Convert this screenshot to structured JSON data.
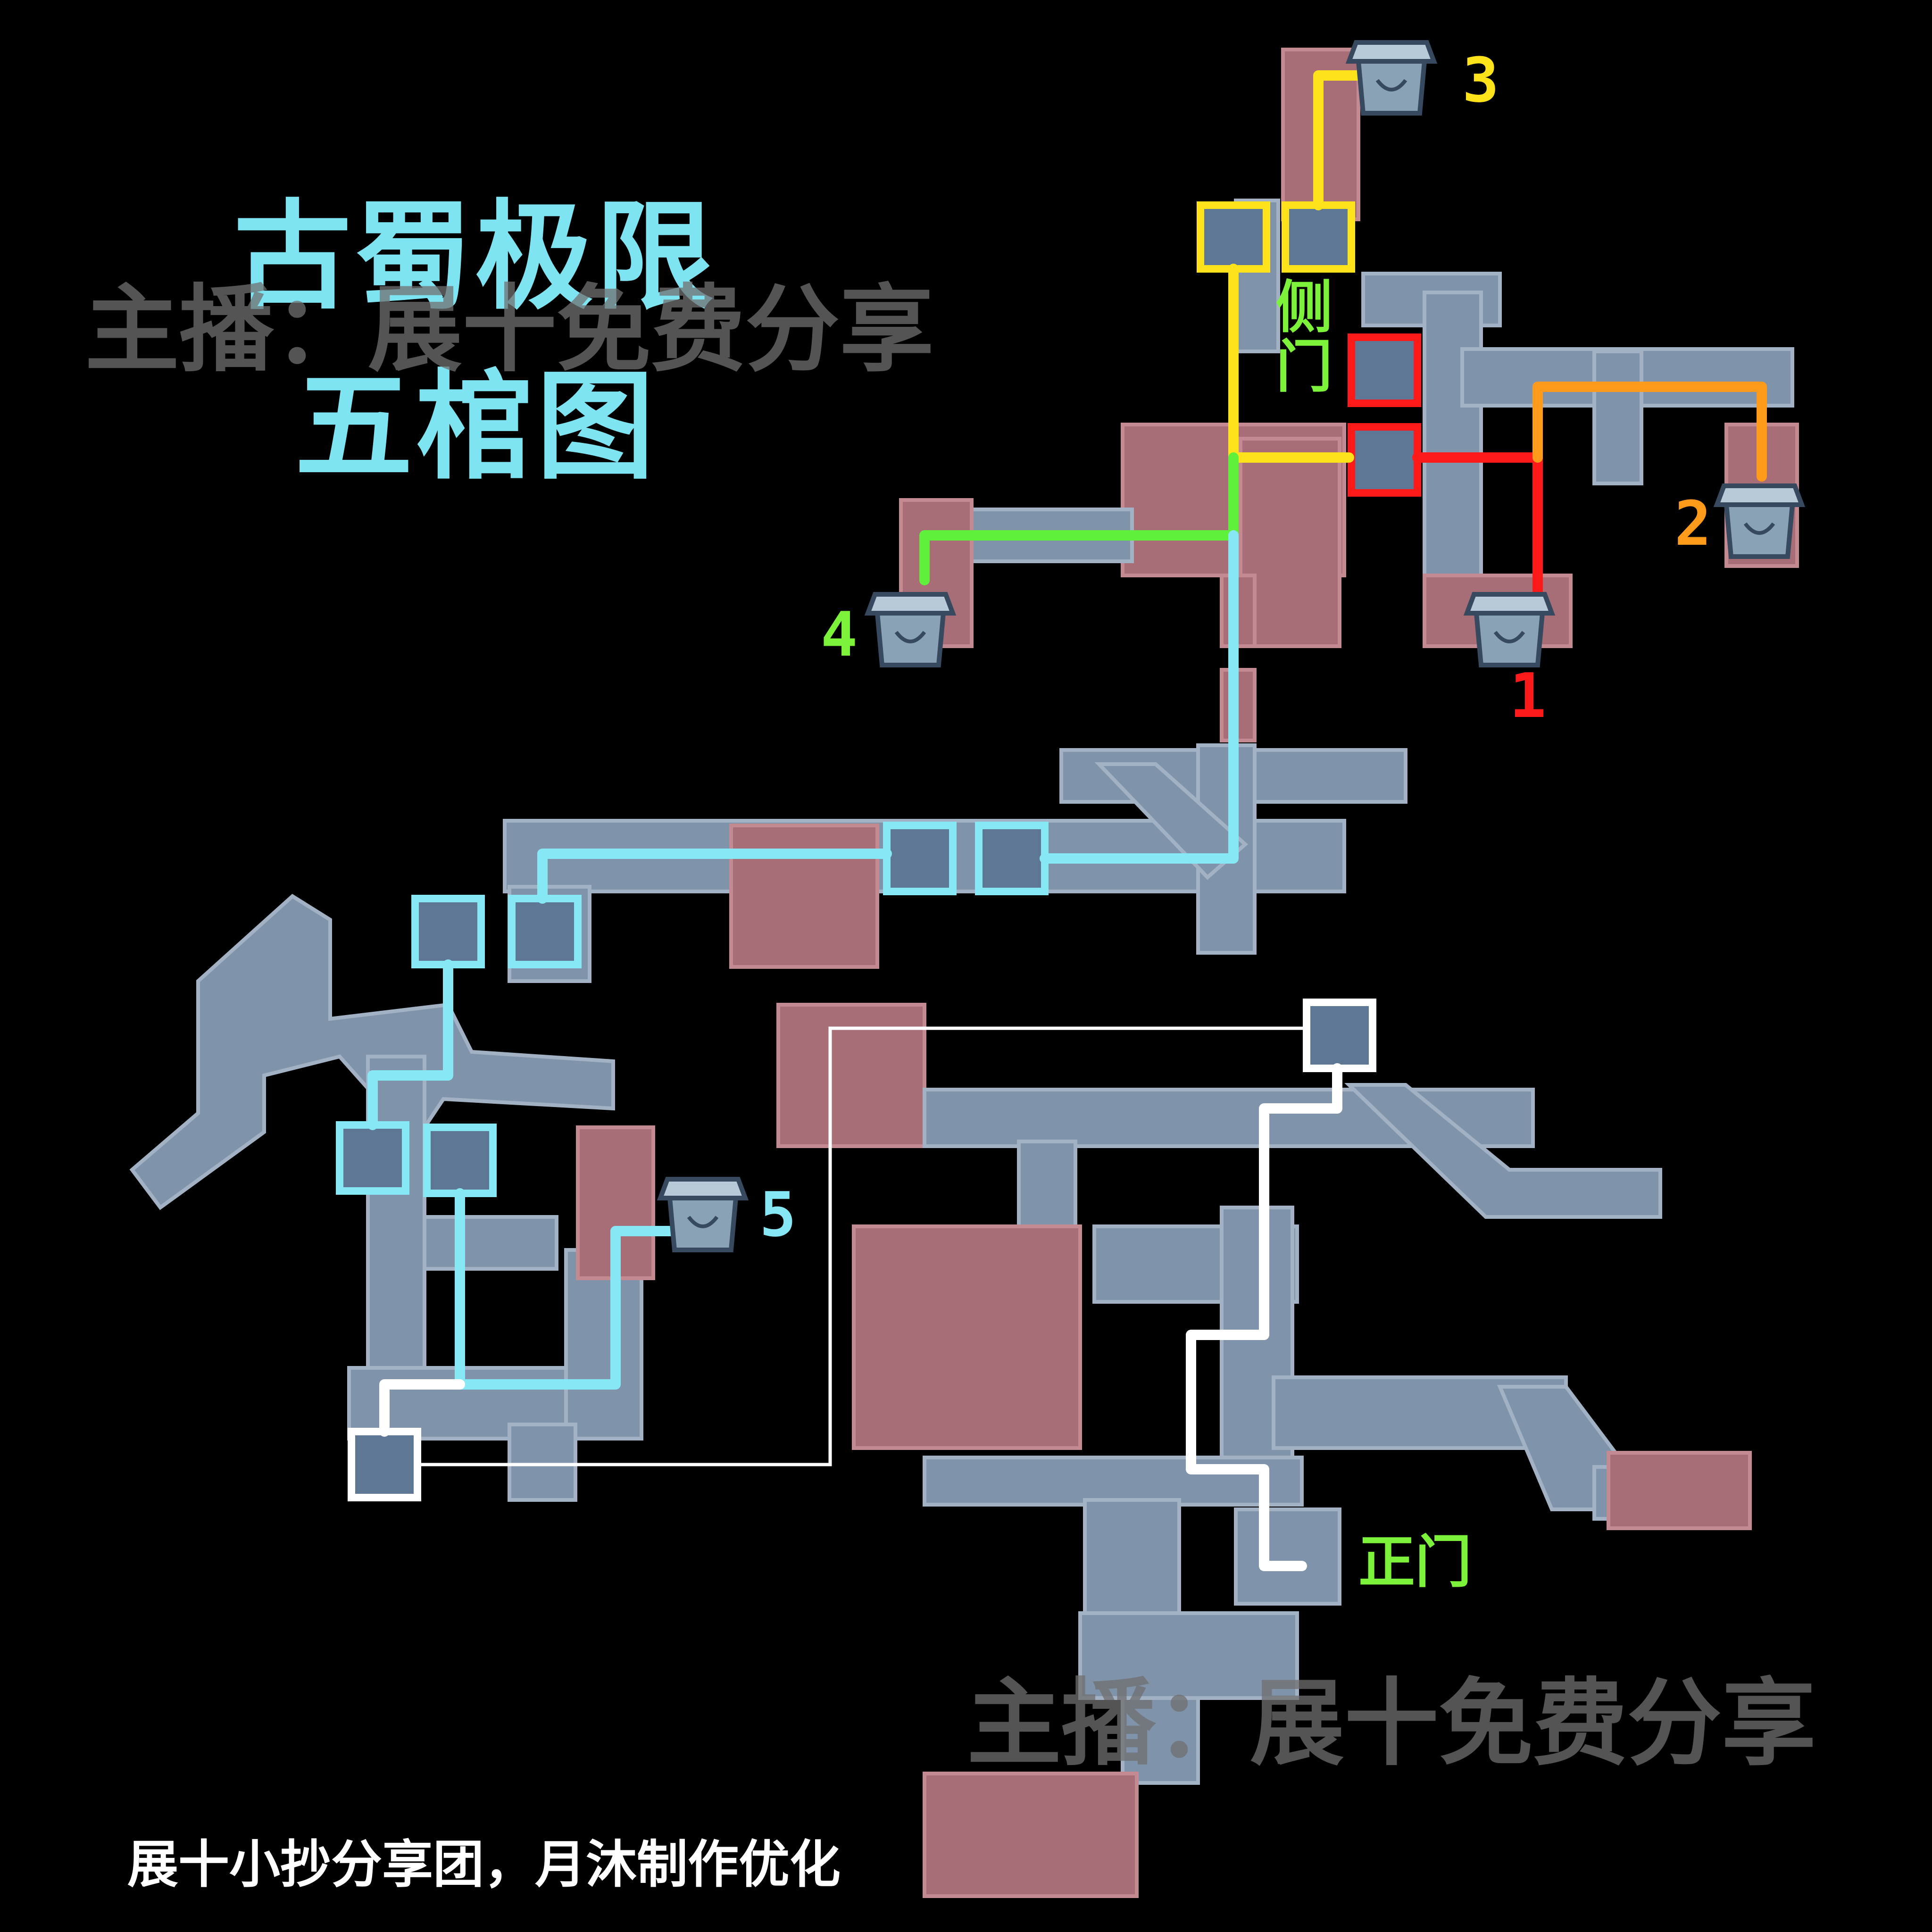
{
  "title": {
    "line1": "古蜀极限",
    "line2": "五棺图"
  },
  "watermark": {
    "text": "主播：展十免费分享"
  },
  "credit": {
    "text": "展十小抄分享团，月沐制作优化"
  },
  "labels": {
    "side_door": "侧门",
    "main_gate": "正门"
  },
  "coffins": [
    {
      "id": "1",
      "label": "1",
      "color": "#ff1a1a"
    },
    {
      "id": "2",
      "label": "2",
      "color": "#ff9a1a"
    },
    {
      "id": "3",
      "label": "3",
      "color": "#ffe31a"
    },
    {
      "id": "4",
      "label": "4",
      "color": "#7df23a"
    },
    {
      "id": "5",
      "label": "5",
      "color": "#86e8f5"
    }
  ],
  "route_colors": {
    "route_1": "#ff1a1a",
    "route_2": "#ff9a1a",
    "route_3": "#ffe31a",
    "route_4": "#5ef03a",
    "route_5": "#86e8f5",
    "entry": "#ffffff"
  },
  "palette": {
    "background": "#000000",
    "corridor": "#7f93ab",
    "hall": "#a86e78",
    "title": "#7ee4f2",
    "side_door_label": "#7df23a",
    "main_gate_label": "#7df23a"
  }
}
